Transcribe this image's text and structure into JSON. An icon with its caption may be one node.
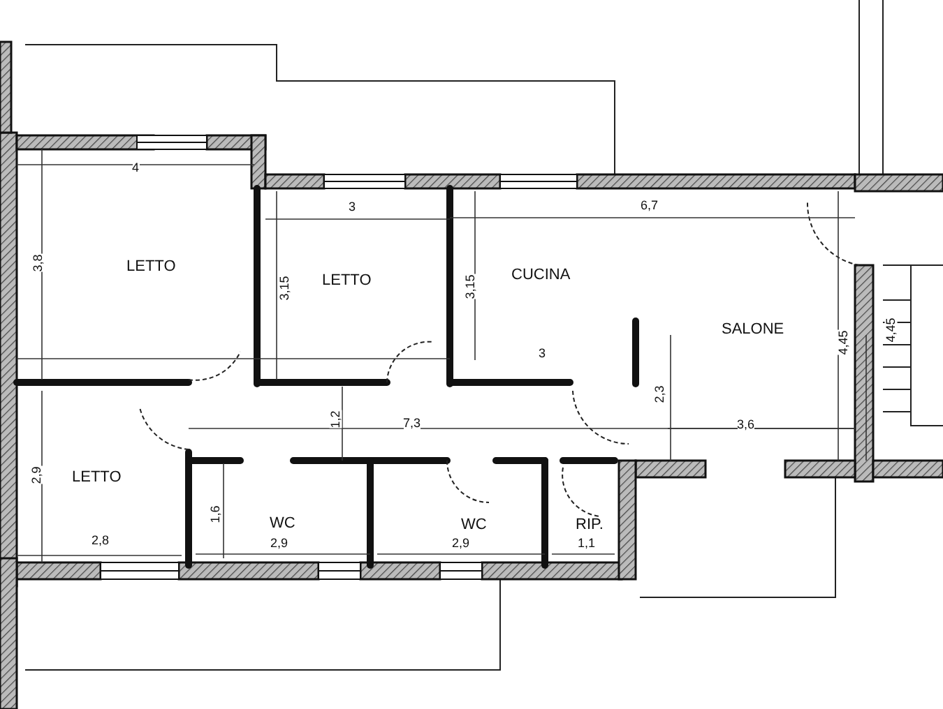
{
  "diagram": {
    "labels": [
      "4",
      "3",
      "6,7",
      "3,8",
      "LETTO",
      "3,15",
      "LETTO",
      "3,15",
      "CUCINA",
      "SALONE",
      "4,45",
      "4,45",
      "3",
      "2,3",
      "1,2",
      "7,3",
      "3,6",
      "2,9",
      "LETTO",
      "1,6",
      "WC",
      "WC",
      "RIP.",
      "2,8",
      "2,9",
      "2,9",
      "1,1"
    ]
  }
}
